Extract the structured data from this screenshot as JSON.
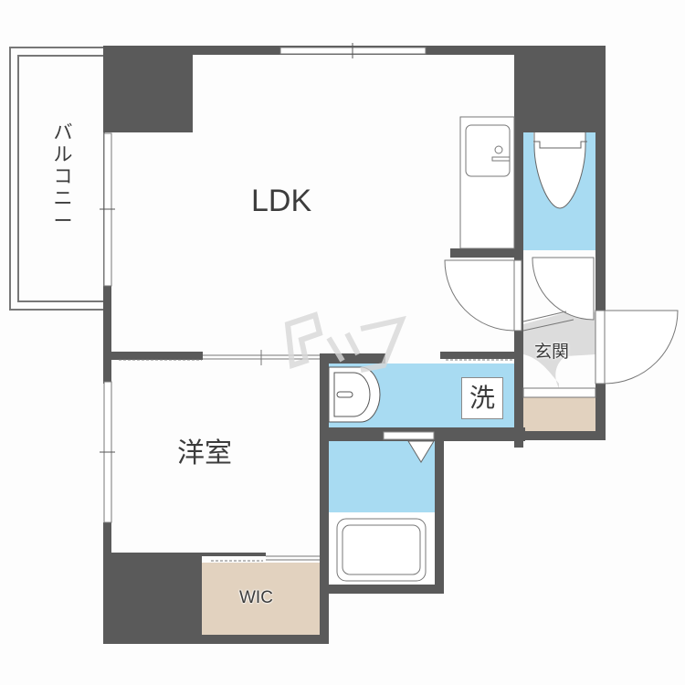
{
  "floor_plan": {
    "rooms": {
      "ldk": "LDK",
      "western_room": "洋室",
      "balcony": "バルコニー",
      "entrance": "玄関",
      "washer": "洗",
      "walk_in_closet": "WIC"
    },
    "watermark": "ビッグ",
    "colors": {
      "wall": "#5a5a5a",
      "wet_area": "#a8dbf2",
      "storage": "#e2d2bf",
      "entrance_floor": "#dcdcdc",
      "background": "#fdfdfd",
      "line": "#6e6e6e"
    }
  }
}
